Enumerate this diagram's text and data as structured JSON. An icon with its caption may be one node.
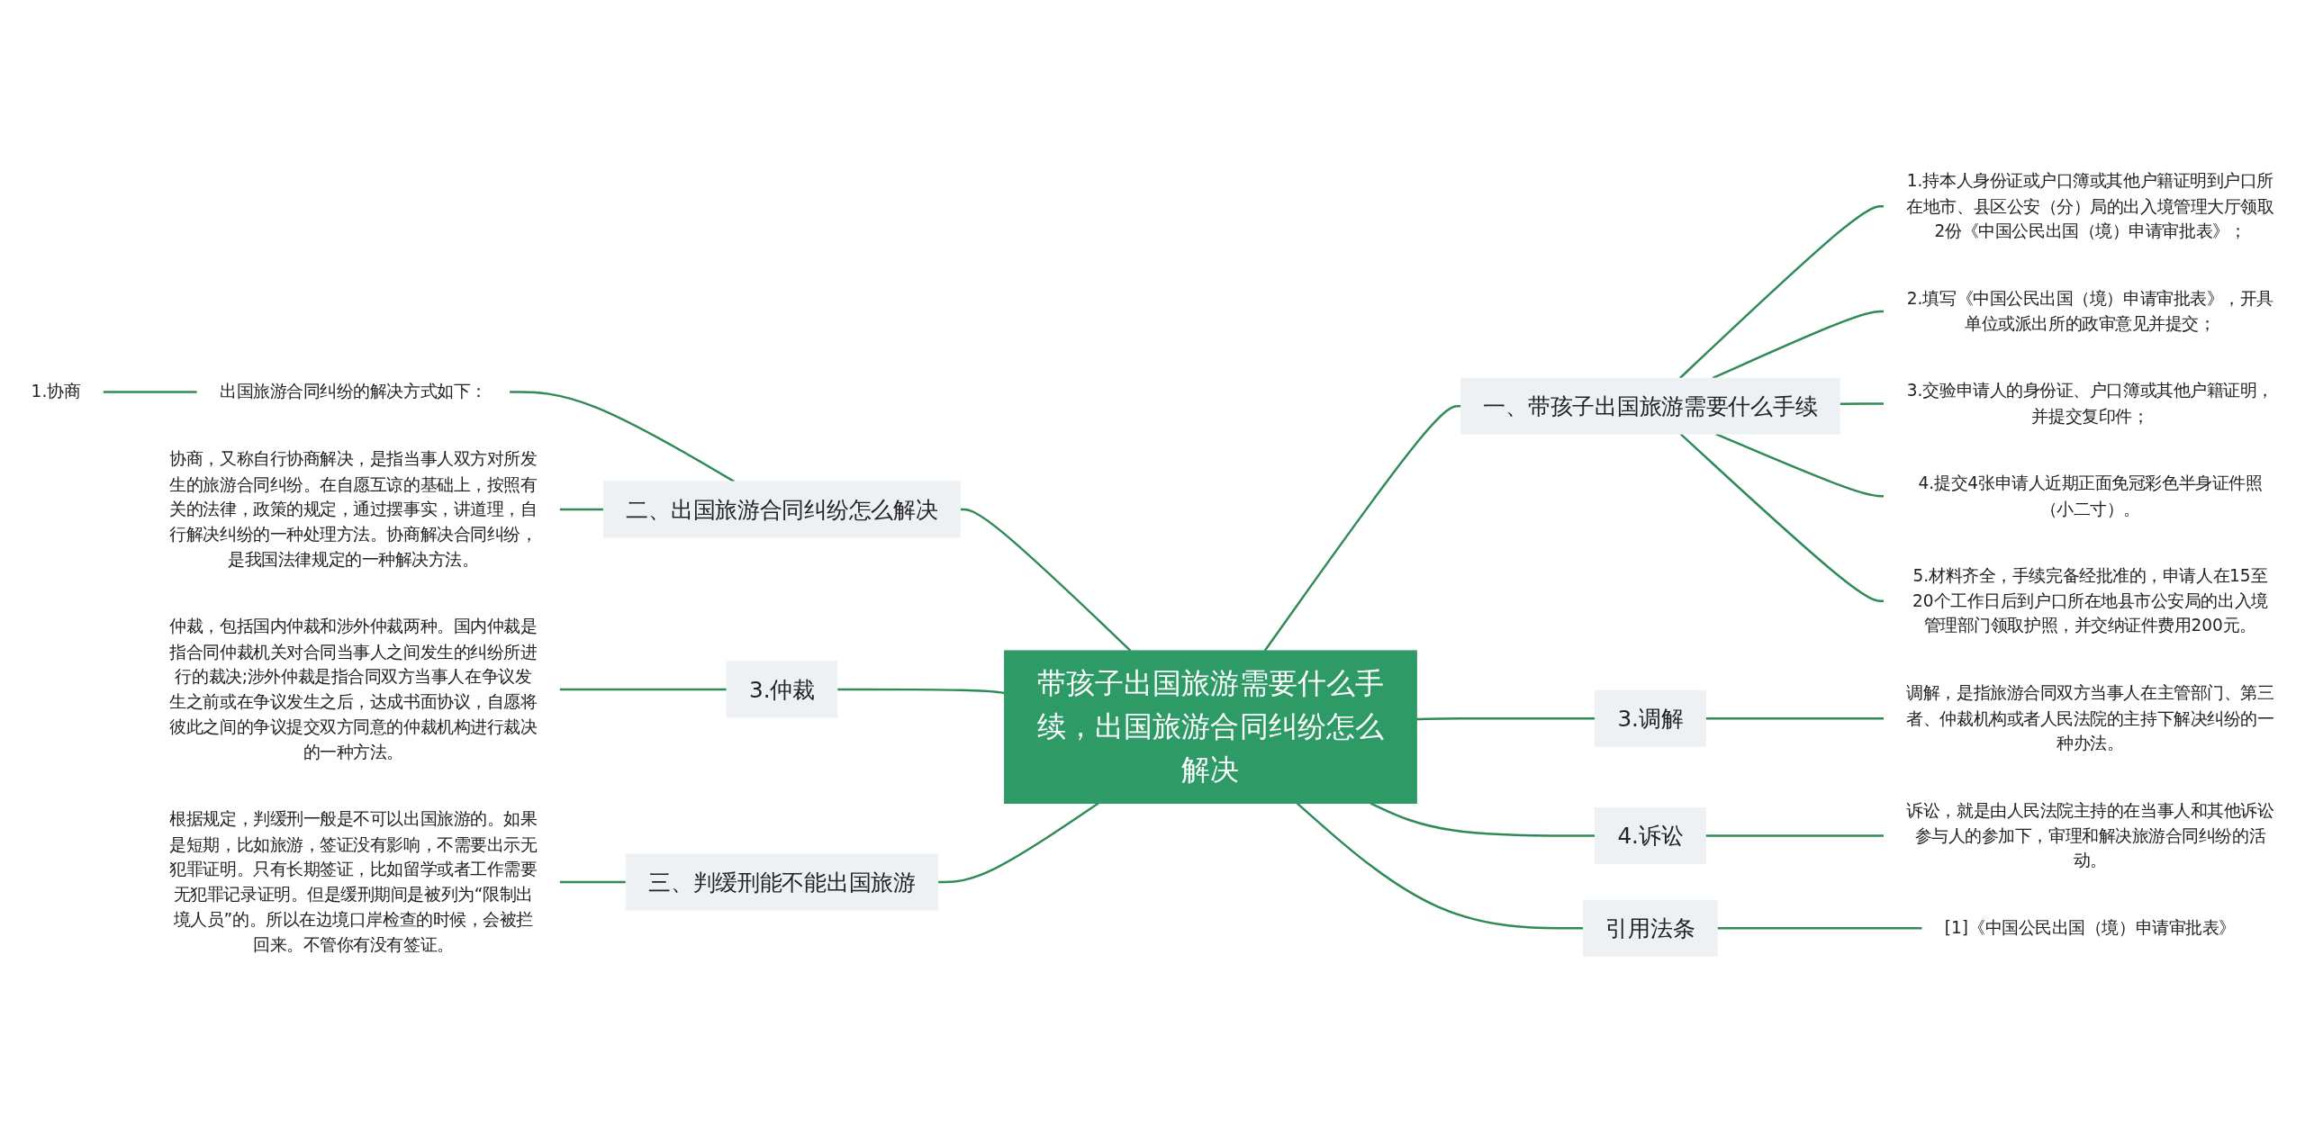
{
  "diagram": {
    "nodes": [
      {
        "text": [
          "带孩子出国旅游需要什么手续，出国旅游合同纠纷怎么解决"
        ]
      },
      {
        "text": [
          "一、带孩子出国旅游需要什么手续"
        ]
      },
      {
        "text": [
          "1.持本人身份证或户口簿或其他户籍证明到户口所在地市、县区公安（分）局的出入境管理大厅领取2份《中国公民出国（境）申请审批表》；"
        ]
      },
      {
        "text": [
          "2.填写《中国公民出国（境）申请审批表》，开具单位或派出所的政审意见并提交；"
        ]
      },
      {
        "text": [
          "3.交验申请人的身份证、户口簿或其他户籍证明，并提交复印件；"
        ]
      },
      {
        "text": [
          "4.提交4张申请人近期正面免冠彩色半身证件照（小二寸）。"
        ]
      },
      {
        "text": [
          "5.材料齐全，手续完备经批准的，申请人在15至20个工作日后到户口所在地县市公安局的出入境管理部门领取护照，并交纳证件费用200元。"
        ]
      },
      {
        "text": [
          "3.调解"
        ]
      },
      {
        "text": [
          "调解，是指旅游合同双方当事人在主管部门、第三者、仲裁机构或者人民法院的主持下解决纠纷的一种办法。"
        ]
      },
      {
        "text": [
          "4.诉讼"
        ]
      },
      {
        "text": [
          "诉讼，就是由人民法院主持的在当事人和其他诉讼参与人的参加下，审理和解决旅游合同纠纷的活动。"
        ]
      },
      {
        "text": [
          "引用法条"
        ]
      },
      {
        "text": [
          "[1]《中国公民出国（境）申请审批表》"
        ]
      },
      {
        "text": [
          "二、出国旅游合同纠纷怎么解决"
        ]
      },
      {
        "text": [
          "出国旅游合同纠纷的解决方式如下："
        ]
      },
      {
        "text": [
          "1.协商"
        ]
      },
      {
        "text": [
          "协商，又称自行协商解决，是指当事人双方对所发生的旅游合同纠纷。在自愿互谅的基础上，按照有关的法律，政策的规定，通过摆事实，讲道理，自行解决纠纷的一种处理方法。协商解决合同纠纷，是我国法律规定的一种解决方法。"
        ]
      },
      {
        "text": [
          "3.仲裁"
        ]
      },
      {
        "text": [
          "仲裁，包括国内仲裁和涉外仲裁两种。国内仲裁是指合同仲裁机关对合同当事人之间发生的纠纷所进行的裁决;涉外仲裁是指合同双方当事人在争议发生之前或在争议发生之后，达成书面协议，自愿将彼此之间的争议提交双方同意的仲裁机构进行裁决的一种方法。"
        ]
      },
      {
        "text": [
          "三、判缓刑能不能出国旅游"
        ]
      },
      {
        "text": [
          "根据规定，判缓刑一般是不可以出国旅游的。如果是短期，比如旅游，签证没有影响，不需要出示无犯罪证明。只有长期签证，比如留学或者工作需要无犯罪记录证明。但是缓刑期间是被列为“限制出境人员”的。所以在边境口岸检查的时候，会被拦回来。不管你有没有签证。"
        ]
      }
    ],
    "edges": [
      {
        "from": 0,
        "to": 1,
        "arrow": "none"
      },
      {
        "from": 1,
        "to": 2,
        "arrow": "none"
      },
      {
        "from": 1,
        "to": 3,
        "arrow": "none"
      },
      {
        "from": 1,
        "to": 4,
        "arrow": "none"
      },
      {
        "from": 1,
        "to": 5,
        "arrow": "none"
      },
      {
        "from": 1,
        "to": 6,
        "arrow": "none"
      },
      {
        "from": 0,
        "to": 7,
        "arrow": "none"
      },
      {
        "from": 7,
        "to": 8,
        "arrow": "none"
      },
      {
        "from": 0,
        "to": 9,
        "arrow": "none"
      },
      {
        "from": 9,
        "to": 10,
        "arrow": "none"
      },
      {
        "from": 0,
        "to": 11,
        "arrow": "none"
      },
      {
        "from": 11,
        "to": 12,
        "arrow": "none"
      },
      {
        "from": 0,
        "to": 13,
        "arrow": "none"
      },
      {
        "from": 13,
        "to": 14,
        "arrow": "none"
      },
      {
        "from": 14,
        "to": 15,
        "arrow": "none"
      },
      {
        "from": 13,
        "to": 16,
        "arrow": "none"
      },
      {
        "from": 0,
        "to": 17,
        "arrow": "none"
      },
      {
        "from": 17,
        "to": 18,
        "arrow": "none"
      },
      {
        "from": 0,
        "to": 19,
        "arrow": "none"
      },
      {
        "from": 19,
        "to": 20,
        "arrow": "none"
      }
    ]
  }
}
